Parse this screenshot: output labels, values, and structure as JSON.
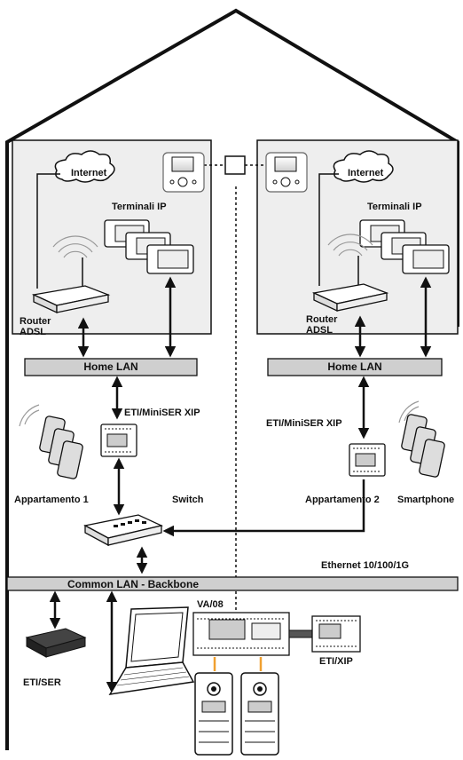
{
  "diagram": {
    "internet_left": "Internet",
    "internet_right": "Internet",
    "terminals_left": "Terminali IP",
    "terminals_right": "Terminali IP",
    "router_left": "Router\nADSL",
    "router_right": "Router\nADSL",
    "home_lan_left": "Home LAN",
    "home_lan_right": "Home LAN",
    "eti_miniser_left": "ETI/MiniSER XIP",
    "eti_miniser_right": "ETI/MiniSER XIP",
    "apartment_1": "Appartamento 1",
    "apartment_2": "Appartamento 2",
    "switch": "Switch",
    "smartphone": "Smartphone",
    "ethernet": "Ethernet 10/100/1G",
    "common_lan": "Common LAN - Backbone",
    "va08": "VA/08",
    "eti_ser": "ETI/SER",
    "eti_xip": "ETI/XIP"
  },
  "colors": {
    "panel": "#eeeeee",
    "bar": "#cfcfcf",
    "line": "#111111",
    "accent_connector": "#f0a030"
  }
}
